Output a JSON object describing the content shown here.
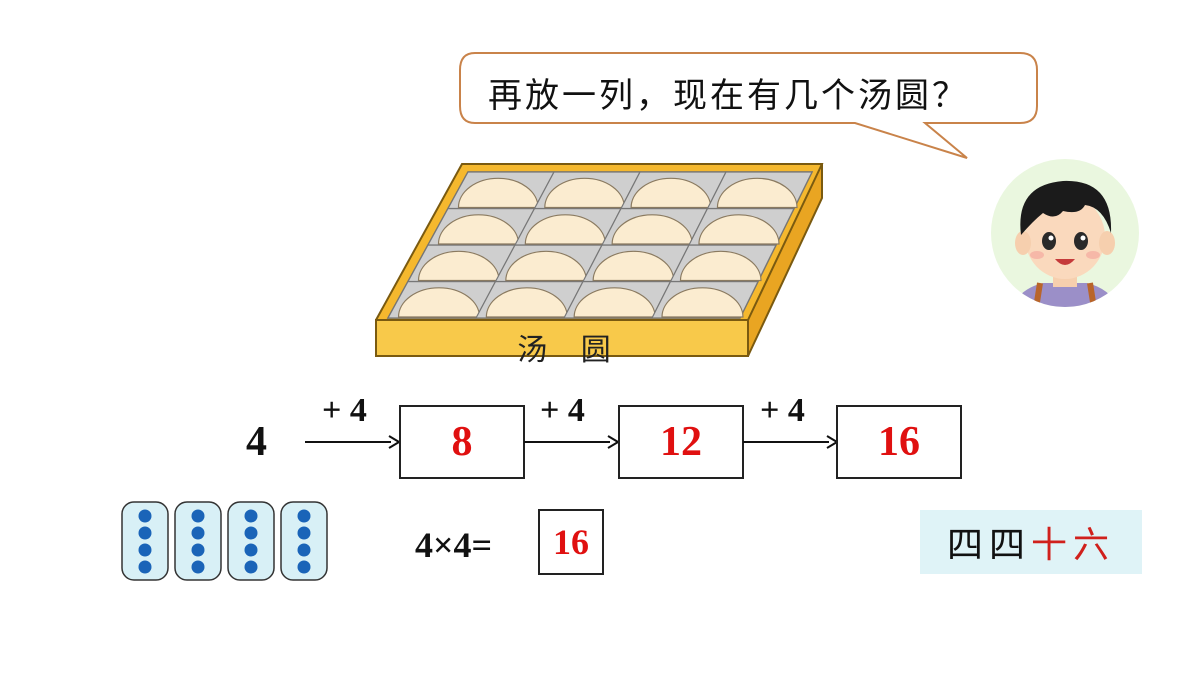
{
  "bubble": {
    "text": "再放一列，现在有几个汤圆？"
  },
  "tray": {
    "label": "汤 圆",
    "rows": 4,
    "cols": 4
  },
  "sequence": {
    "start": "4",
    "steps": [
      {
        "op": "+ 4",
        "result": "8"
      },
      {
        "op": "+ 4",
        "result": "12"
      },
      {
        "op": "+ 4",
        "result": "16"
      }
    ]
  },
  "dot_groups": {
    "groups": 4,
    "dots_per_group": 4
  },
  "equation": {
    "expression": "4×4=",
    "answer": "16"
  },
  "rhyme": {
    "first": "四四",
    "second": "十六"
  },
  "colors": {
    "answer": "#e01010",
    "tray": "#f5b82e",
    "bubble_border": "#c9834a",
    "dot": "#1a64b8",
    "dot_card": "#d8f0f6",
    "rhyme_bg": "#dff3f7"
  },
  "icons": {
    "character": "boy-avatar-icon"
  }
}
